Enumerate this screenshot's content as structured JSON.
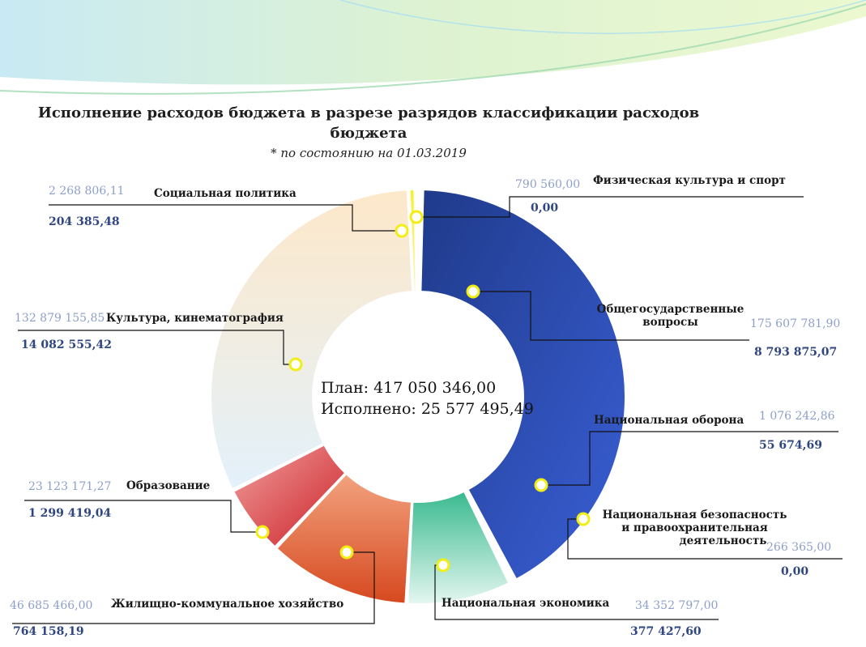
{
  "header": {
    "title": "Исполнение расходов бюджета в разрезе разрядов классификации расходов бюджета",
    "subtitle": "* по состоянию на 01.03.2019"
  },
  "center": {
    "plan_label": "План: 417 050 346,00",
    "fact_label": "Исполнено: 25 577 495,49"
  },
  "colors": {
    "obshegos": "#2e47a8",
    "oborona": "#8fd3e8",
    "bezopasnost": "#6ec7c9",
    "ekonomika": "#3fbf9a",
    "zhkh": "#e8663a",
    "obrazovanie": "#d8363c",
    "kultura": "#f6dfc6",
    "socpol": "#f5f33a",
    "fizkult": "#9fd7ec"
  },
  "chart_data": {
    "type": "pie",
    "title": "Исполнение расходов бюджета в разрезе разрядов классификации расходов бюджета",
    "subtitle": "* по состоянию на 01.03.2019",
    "total_plan": "417 050 346,00",
    "total_fact": "25 577 495,49",
    "slices": [
      {
        "name": "Общегосударственные вопросы",
        "plan": "175 607 781,90",
        "fact": "8 793 875,07",
        "value": 175607781.9
      },
      {
        "name": "Национальная оборона",
        "plan": "1 076 242,86",
        "fact": "55 674,69",
        "value": 1076242.86
      },
      {
        "name": "Национальная безопасность и правоохранительная деятельность",
        "plan": "266 365,00",
        "fact": "0,00",
        "value": 266365.0
      },
      {
        "name": "Национальная экономика",
        "plan": "34 352 797,00",
        "fact": "377 427,60",
        "value": 34352797.0
      },
      {
        "name": "Жилищно-коммунальное хозяйство",
        "plan": "46 685 466,00",
        "fact": "764 158,19",
        "value": 46685466.0
      },
      {
        "name": "Образование",
        "plan": "23 123 171,27",
        "fact": "1 299 419,04",
        "value": 23123171.27
      },
      {
        "name": "Культура, кинематография",
        "plan": "132 879 155,85",
        "fact": "14 082 555,42",
        "value": 132879155.85
      },
      {
        "name": "Социальная политика",
        "plan": "2 268 806,11",
        "fact": "204 385,48",
        "value": 2268806.11
      },
      {
        "name": "Физическая культура и спорт",
        "plan": "790 560,00",
        "fact": "0,00",
        "value": 790560.0
      }
    ]
  },
  "labels": {
    "obshegos_name_1": "Общегосударственные",
    "obshegos_name_2": "вопросы",
    "bezop_name_1": "Национальная безопасность",
    "bezop_name_2": "и правоохранительная",
    "bezop_name_3": "деятельность"
  }
}
